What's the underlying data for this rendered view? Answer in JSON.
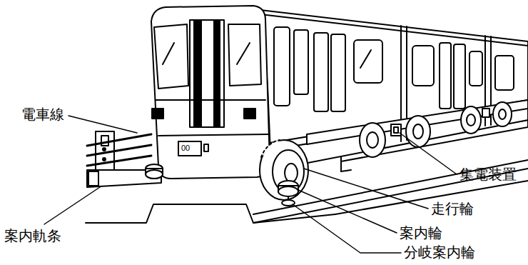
{
  "diagram": {
    "labels": [
      "電車線",
      "00",
      "集電装置",
      "走行輪",
      "案内輪",
      "案内軌条",
      "分岐案内輪"
    ]
  }
}
